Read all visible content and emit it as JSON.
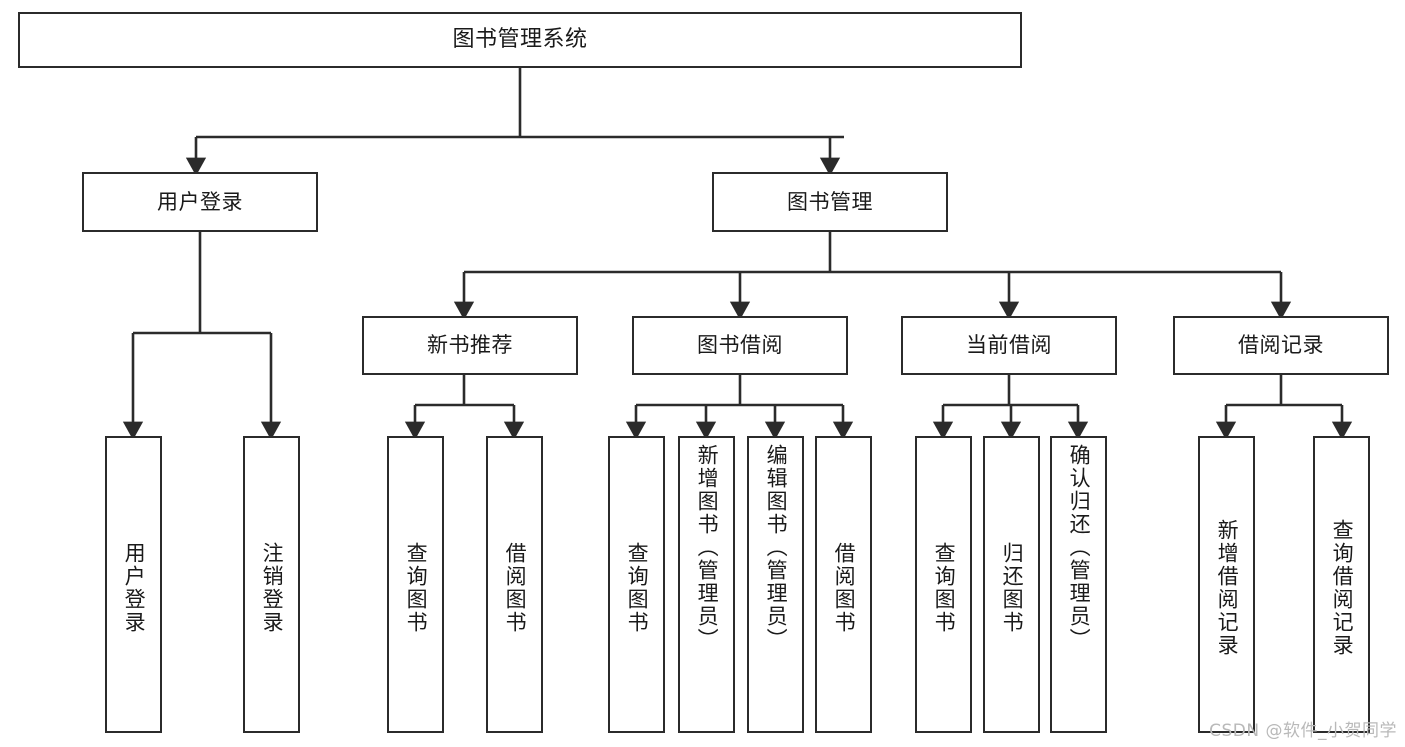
{
  "diagram": {
    "type": "tree",
    "title": "图书管理系统",
    "orientation": "top-down",
    "colors": {
      "box_border": "#2b2b2b",
      "box_fill": "#ffffff",
      "edge": "#2b2b2b",
      "text": "#1a1a1a",
      "watermark": "#b9b9b9"
    },
    "nodes": {
      "root": {
        "label": "图书管理系统"
      },
      "level1": [
        {
          "label": "用户登录"
        },
        {
          "label": "图书管理"
        }
      ],
      "level2": [
        {
          "label": "新书推荐"
        },
        {
          "label": "图书借阅"
        },
        {
          "label": "当前借阅"
        },
        {
          "label": "借阅记录"
        }
      ],
      "leaves": {
        "user_login": [
          {
            "label": "用户登录"
          },
          {
            "label": "注销登录"
          }
        ],
        "new_book_recommend": [
          {
            "label": "查询图书"
          },
          {
            "label": "借阅图书"
          }
        ],
        "book_borrow": [
          {
            "label": "查询图书"
          },
          {
            "label": "新增图书（管理员）"
          },
          {
            "label": "编辑图书（管理员）"
          },
          {
            "label": "借阅图书"
          }
        ],
        "current_borrow": [
          {
            "label": "查询图书"
          },
          {
            "label": "归还图书"
          },
          {
            "label": "确认归还（管理员）"
          }
        ],
        "borrow_record": [
          {
            "label": "新增借阅记录"
          },
          {
            "label": "查询借阅记录"
          }
        ]
      }
    }
  },
  "watermark": {
    "text": "CSDN @软件_小贺同学"
  }
}
